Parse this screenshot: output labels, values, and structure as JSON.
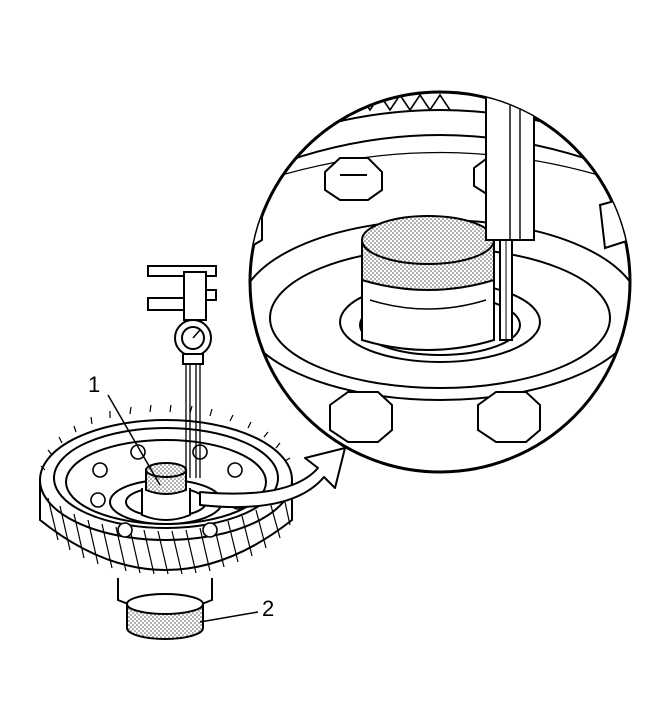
{
  "figure": {
    "callouts": [
      {
        "id": "1",
        "label": "1"
      },
      {
        "id": "2",
        "label": "2"
      }
    ],
    "colors": {
      "line": "#000000",
      "background": "#ffffff",
      "shading": "#9a9a9a"
    }
  }
}
